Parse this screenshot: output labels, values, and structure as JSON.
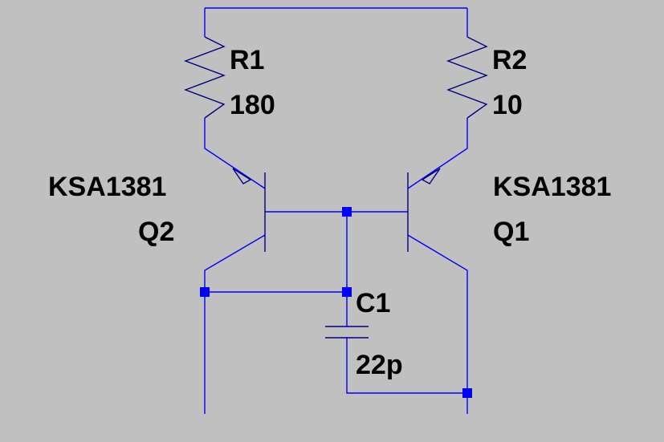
{
  "components": {
    "r1": {
      "ref": "R1",
      "value": "180"
    },
    "r2": {
      "ref": "R2",
      "value": "10"
    },
    "q2": {
      "ref": "Q2",
      "part": "KSA1381"
    },
    "q1": {
      "ref": "Q1",
      "part": "KSA1381"
    },
    "c1": {
      "ref": "C1",
      "value": "22p"
    }
  },
  "colors": {
    "background": "#c0c0c0",
    "wire": "#0000ff",
    "symbol": "#000080",
    "junction": "#0000ff",
    "text": "#000000"
  }
}
